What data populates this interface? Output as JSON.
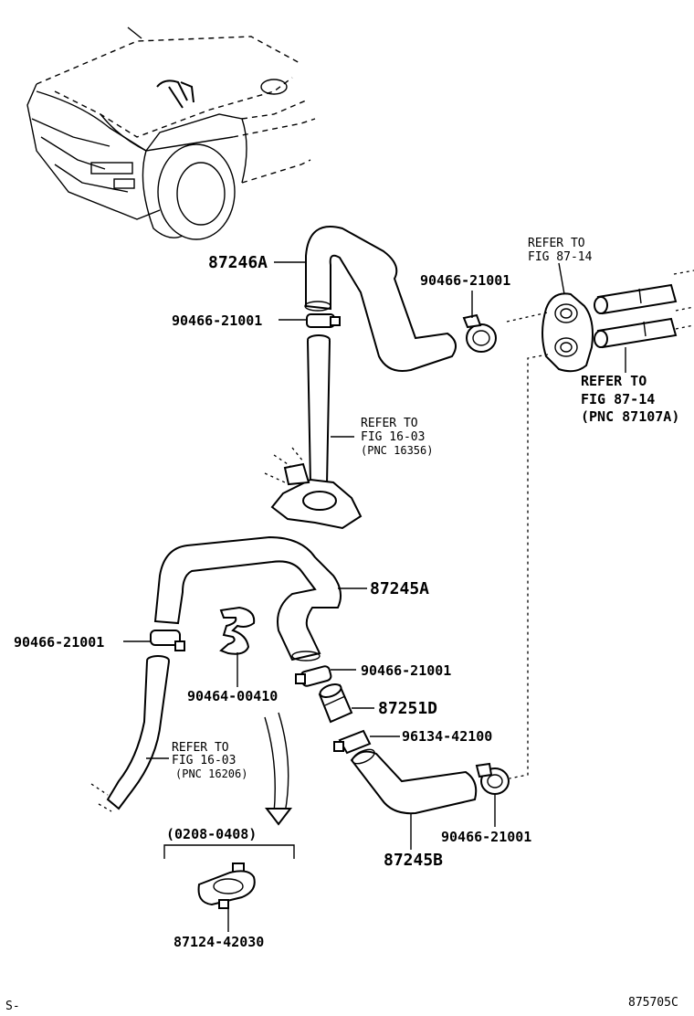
{
  "labels": {
    "p87246A": "87246A",
    "clamp_top_left": "90466-21001",
    "clamp_top_right": "90466-21001",
    "refer_fig8714_top_l1": "REFER TO",
    "refer_fig8714_top_l2": "FIG 87-14",
    "refer_fig8714_bot_l1": "REFER TO",
    "refer_fig8714_bot_l2": "FIG 87-14",
    "refer_fig8714_bot_l3": "(PNC 87107A)",
    "refer_fig1603_top_l1": "REFER TO",
    "refer_fig1603_top_l2": "FIG 16-03",
    "refer_fig1603_top_l3": "(PNC 16356)",
    "p87245A": "87245A",
    "clamp_mid_left": "90466-21001",
    "clamp_mid_right": "90466-21001",
    "p90464": "90464-00410",
    "p87251D": "87251D",
    "p96134": "96134-42100",
    "refer_fig1603_bot_l1": "REFER TO",
    "refer_fig1603_bot_l2": "FIG 16-03",
    "refer_fig1603_bot_l3": "(PNC 16206)",
    "date_range": "(0208-0408)",
    "clamp_bottom_right": "90466-21001",
    "p87245B": "87245B",
    "p87124": "87124-42030",
    "corner_left": "S-",
    "corner_right": "875705C"
  }
}
